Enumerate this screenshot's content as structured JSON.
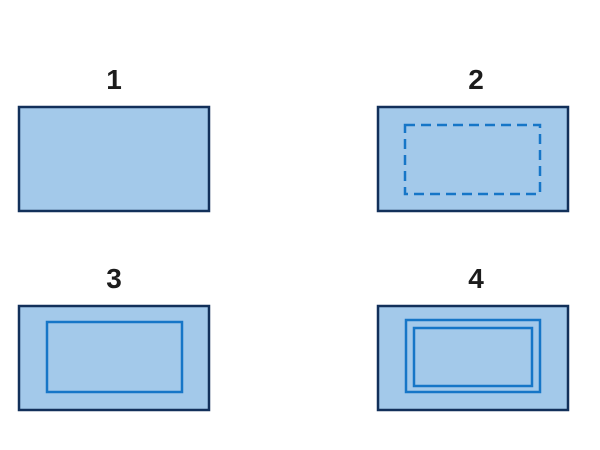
{
  "colors": {
    "fill": "#a3c9ea",
    "outer_border": "#12305a",
    "inner_border": "#1676c7"
  },
  "variants": [
    {
      "label": "1",
      "inner": "none"
    },
    {
      "label": "2",
      "inner": "dashed"
    },
    {
      "label": "3",
      "inner": "single"
    },
    {
      "label": "4",
      "inner": "double"
    }
  ]
}
